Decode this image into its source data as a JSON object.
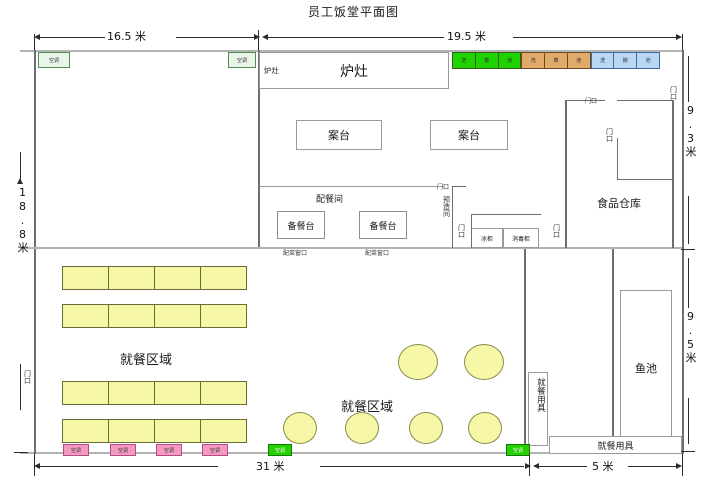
{
  "title": "员工饭堂平面图",
  "dimensions": {
    "top_left": "16.5 米",
    "top_right": "19.5 米",
    "left": "18.8米",
    "right_upper": "9.3米",
    "right_lower": "9.5米",
    "bottom_left": "31 米",
    "bottom_right": "5 米"
  },
  "rooms": {
    "stove_small": "炉灶",
    "stove_large": "炉灶",
    "prep_table_1": "案台",
    "prep_table_2": "案台",
    "serving_room": "配餐间",
    "serving_counter_1": "备餐台",
    "serving_counter_2": "备餐台",
    "serving_window_1": "配菜窗口",
    "serving_window_2": "配菜窗口",
    "prep_room_vertical": "预造间",
    "fridge": "冰柜",
    "sterilizer": "消毒柜",
    "food_warehouse": "食品仓库",
    "fish_pond": "鱼池",
    "dining_area_left": "就餐区域",
    "dining_area_right": "就餐区域",
    "utensils_vertical": "就餐用具",
    "utensils_room": "就餐用具"
  },
  "doors": {
    "left_entry": "门口",
    "serving_top": "门口",
    "serving_mid": "门口",
    "serving_low": "门口",
    "center_right": "门口",
    "warehouse_top": "门口",
    "warehouse_inner": "门口",
    "right_edge": "门口"
  },
  "equipment": {
    "ac_label": "空调",
    "ac_top_left": "空调",
    "ac_top_mid": "空调",
    "ac_bottom_pink": [
      "空调",
      "空调",
      "空调",
      "空调"
    ],
    "ac_bottom_green": [
      "空调",
      "空调"
    ]
  },
  "sinks": [
    {
      "label": "洗",
      "color": "#1fd300",
      "group": "green"
    },
    {
      "label": "菜",
      "color": "#1fd300",
      "group": "green"
    },
    {
      "label": "池",
      "color": "#1fd300",
      "group": "green"
    },
    {
      "label": "洗",
      "color": "#e0ab6a",
      "group": "tan"
    },
    {
      "label": "菜",
      "color": "#e0ab6a",
      "group": "tan"
    },
    {
      "label": "池",
      "color": "#e0ab6a",
      "group": "tan"
    },
    {
      "label": "洗",
      "color": "#b9d7f3",
      "group": "blue"
    },
    {
      "label": "碗",
      "color": "#b9d7f3",
      "group": "blue"
    },
    {
      "label": "池",
      "color": "#b9d7f3",
      "group": "blue"
    }
  ],
  "tables": {
    "rect_rows": 4,
    "cells_per_row": 4,
    "round_top_count": 2,
    "round_bottom_count": 4
  },
  "colors": {
    "table_fill": "#f7f7a8",
    "table_stroke": "#6b6b35",
    "ac_pink": "#f49ac1",
    "ac_green_bright": "#23d100",
    "wall": "#9a9a9a"
  }
}
